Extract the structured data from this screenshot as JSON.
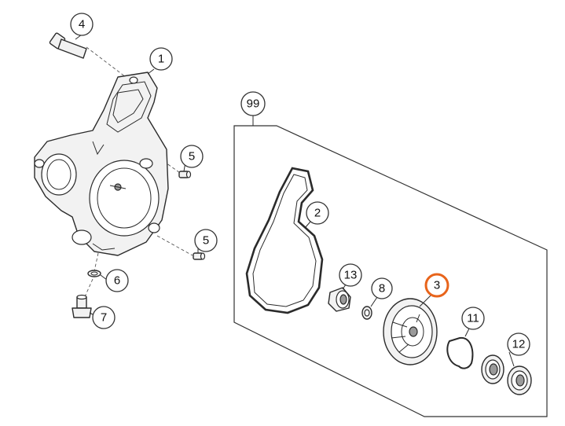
{
  "diagram": {
    "highlight_color": "#e8641b",
    "callouts": [
      {
        "id": "c4",
        "label": "4"
      },
      {
        "id": "c1",
        "label": "1"
      },
      {
        "id": "c99",
        "label": "99"
      },
      {
        "id": "c5a",
        "label": "5"
      },
      {
        "id": "c2",
        "label": "2"
      },
      {
        "id": "c5b",
        "label": "5"
      },
      {
        "id": "c13",
        "label": "13"
      },
      {
        "id": "c8",
        "label": "8"
      },
      {
        "id": "c3",
        "label": "3",
        "highlighted": true
      },
      {
        "id": "c6",
        "label": "6"
      },
      {
        "id": "c7",
        "label": "7"
      },
      {
        "id": "c11",
        "label": "11"
      },
      {
        "id": "c12",
        "label": "12"
      }
    ]
  }
}
